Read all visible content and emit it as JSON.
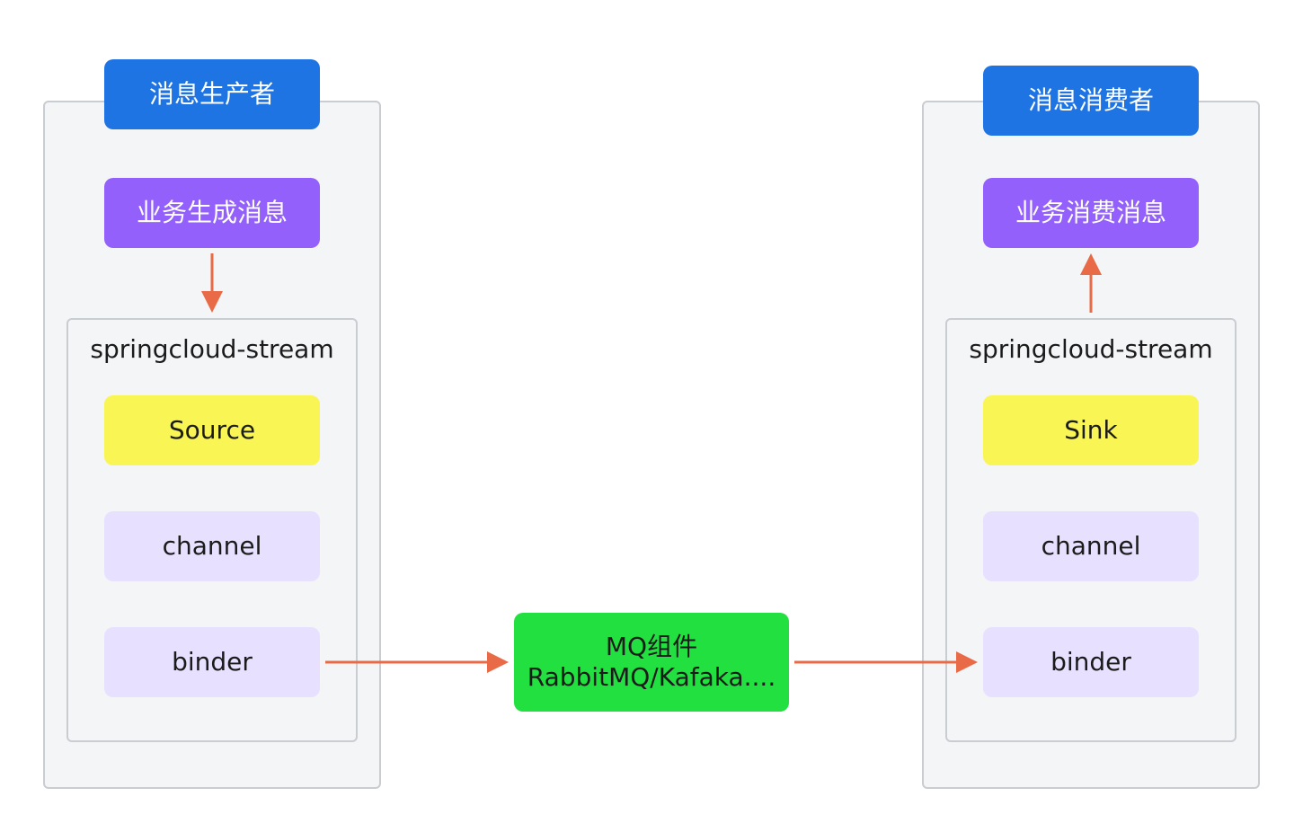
{
  "producer": {
    "title": "消息生产者",
    "business": "业务生成消息",
    "stream_label": "springcloud-stream",
    "source": "Source",
    "channel": "channel",
    "binder": "binder"
  },
  "consumer": {
    "title": "消息消费者",
    "business": "业务消费消息",
    "stream_label": "springcloud-stream",
    "sink": "Sink",
    "channel": "channel",
    "binder": "binder"
  },
  "mq": {
    "line1": "MQ组件",
    "line2": "RabbitMQ/Kafaka...."
  },
  "colors": {
    "title_box": "#1f74e4",
    "business_box": "#9360fb",
    "source_sink_box": "#f8f555",
    "channel_binder_box": "#e7e0fe",
    "mq_box": "#22e040",
    "arrow": "#e96a47"
  }
}
